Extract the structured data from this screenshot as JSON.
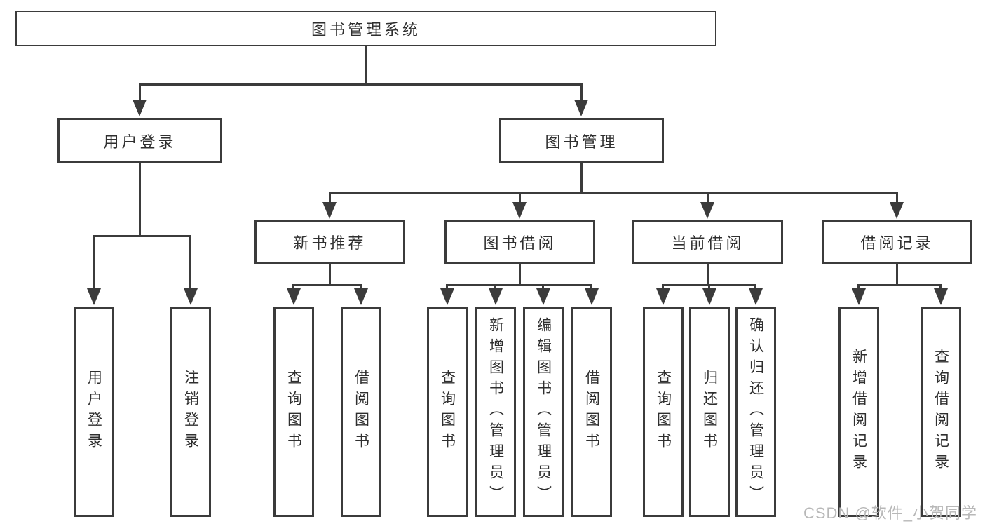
{
  "colors": {
    "line": "#3b3b3b",
    "text": "#2f2f2f",
    "watermark": "#b8b8b8",
    "background": "#ffffff"
  },
  "tree": {
    "root": {
      "label": "图书管理系统",
      "children": [
        {
          "label": "用户登录",
          "children": [
            {
              "label": "用户登录"
            },
            {
              "label": "注销登录"
            }
          ]
        },
        {
          "label": "图书管理",
          "children": [
            {
              "label": "新书推荐",
              "children": [
                {
                  "label": "查询图书"
                },
                {
                  "label": "借阅图书"
                }
              ]
            },
            {
              "label": "图书借阅",
              "children": [
                {
                  "label": "查询图书"
                },
                {
                  "label": "新增图书（管理员）"
                },
                {
                  "label": "编辑图书（管理员）"
                },
                {
                  "label": "借阅图书"
                }
              ]
            },
            {
              "label": "当前借阅",
              "children": [
                {
                  "label": "查询图书"
                },
                {
                  "label": "归还图书"
                },
                {
                  "label": "确认归还（管理员）"
                }
              ]
            },
            {
              "label": "借阅记录",
              "children": [
                {
                  "label": "新增借阅记录"
                },
                {
                  "label": "查询借阅记录"
                }
              ]
            }
          ]
        }
      ]
    }
  },
  "watermark": {
    "text": "CSDN @软件_小贺同学"
  }
}
